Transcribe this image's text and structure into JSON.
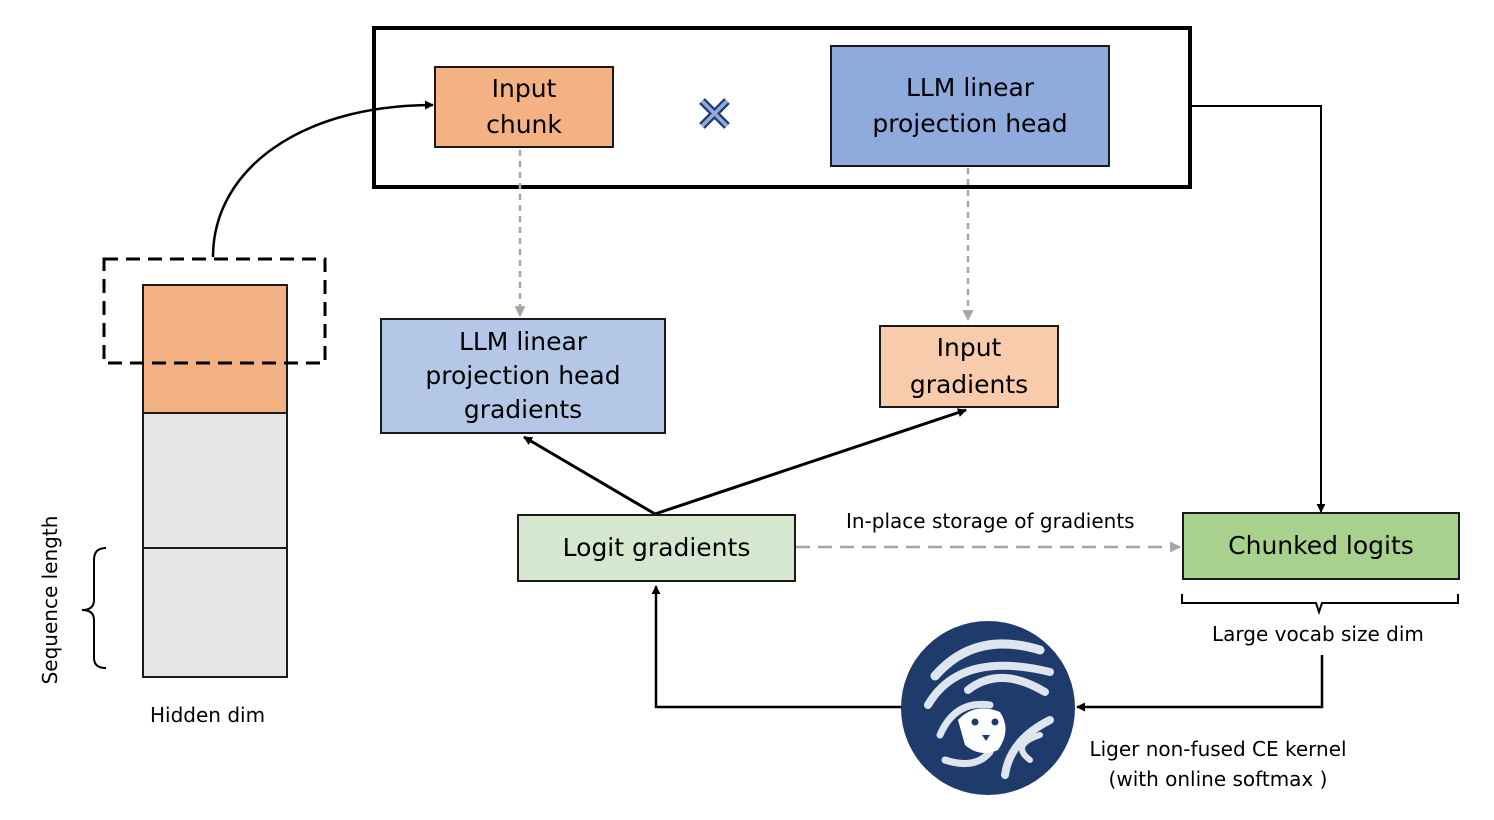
{
  "colors": {
    "orange": "#f4b183",
    "light_orange": "#f8cbad",
    "blue": "#8faadc",
    "light_blue": "#b4c7e7",
    "green": "#a9d18e",
    "light_green": "#d5e8cf",
    "gray": "#e6e6e6",
    "arrow_gray": "#a6a6a6",
    "logo_navy": "#1f3b6b"
  },
  "top": {
    "input_chunk": "Input\nchunk",
    "times_icon": "×",
    "llm_head": "LLM linear\nprojection head"
  },
  "middle": {
    "llm_head_gradients": "LLM linear\nprojection head\ngradients",
    "input_gradients": "Input\ngradients",
    "logit_gradients": "Logit gradients",
    "chunked_logits": "Chunked logits",
    "inplace_label": "In-place storage of gradients",
    "vocab_label": "Large vocab size dim"
  },
  "left": {
    "sequence_label": "Sequence length",
    "hidden_label": "Hidden dim"
  },
  "kernel": {
    "caption": "Liger non-fused CE kernel\n(with online softmax )",
    "logo_icon": "tiger-logo-icon"
  }
}
